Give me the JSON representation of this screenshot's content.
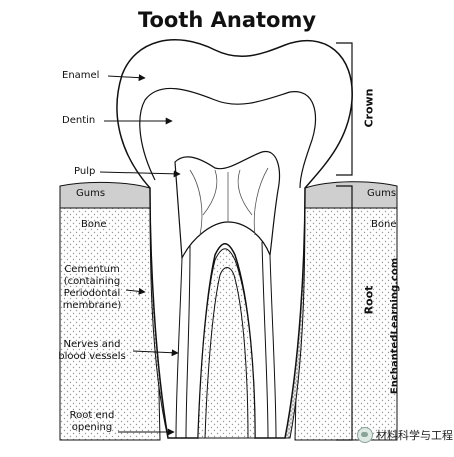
{
  "title": "Tooth Anatomy",
  "labels": {
    "enamel": "Enamel",
    "dentin": "Dentin",
    "pulp": "Pulp",
    "gums_left": "Gums",
    "bone_left": "Bone",
    "cementum_1": "Cementum",
    "cementum_2": "(containing",
    "cementum_3": "Periodontal",
    "cementum_4": "membrane)",
    "nerves_1": "Nerves and",
    "nerves_2": "blood vessels",
    "rootend_1": "Root end",
    "rootend_2": "opening",
    "gums_right": "Gums",
    "bone_right": "Bone"
  },
  "brackets": {
    "crown": "Crown",
    "root": "Root"
  },
  "site_credit": "EnchantedLearning.com",
  "watermark": "材料科学与工程",
  "colors": {
    "gum": "#cfcfcf",
    "bone_dots": "#999999",
    "line": "#111111"
  }
}
